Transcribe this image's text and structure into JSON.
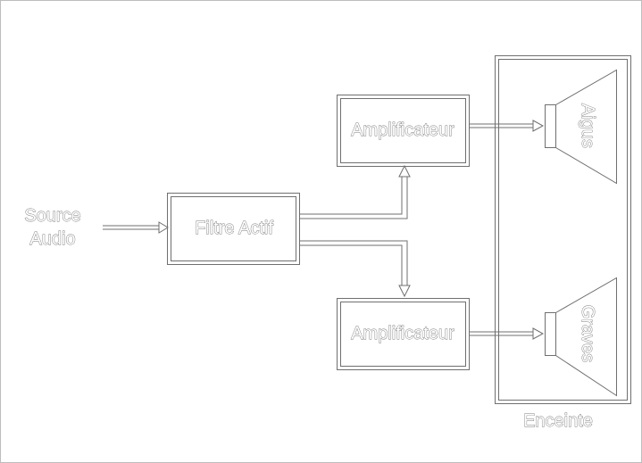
{
  "labels": {
    "source_line1": "Source",
    "source_line2": "Audio",
    "filter": "Filtre Actif",
    "amp_top": "Amplificateur",
    "amp_bottom": "Amplificateur",
    "tweeter": "Aigus",
    "woofer": "Graves",
    "enclosure": "Enceinte"
  },
  "colors": {
    "stroke": "#6f6f6f",
    "text_outline": "#7a7a7a",
    "background": "#ffffff"
  }
}
